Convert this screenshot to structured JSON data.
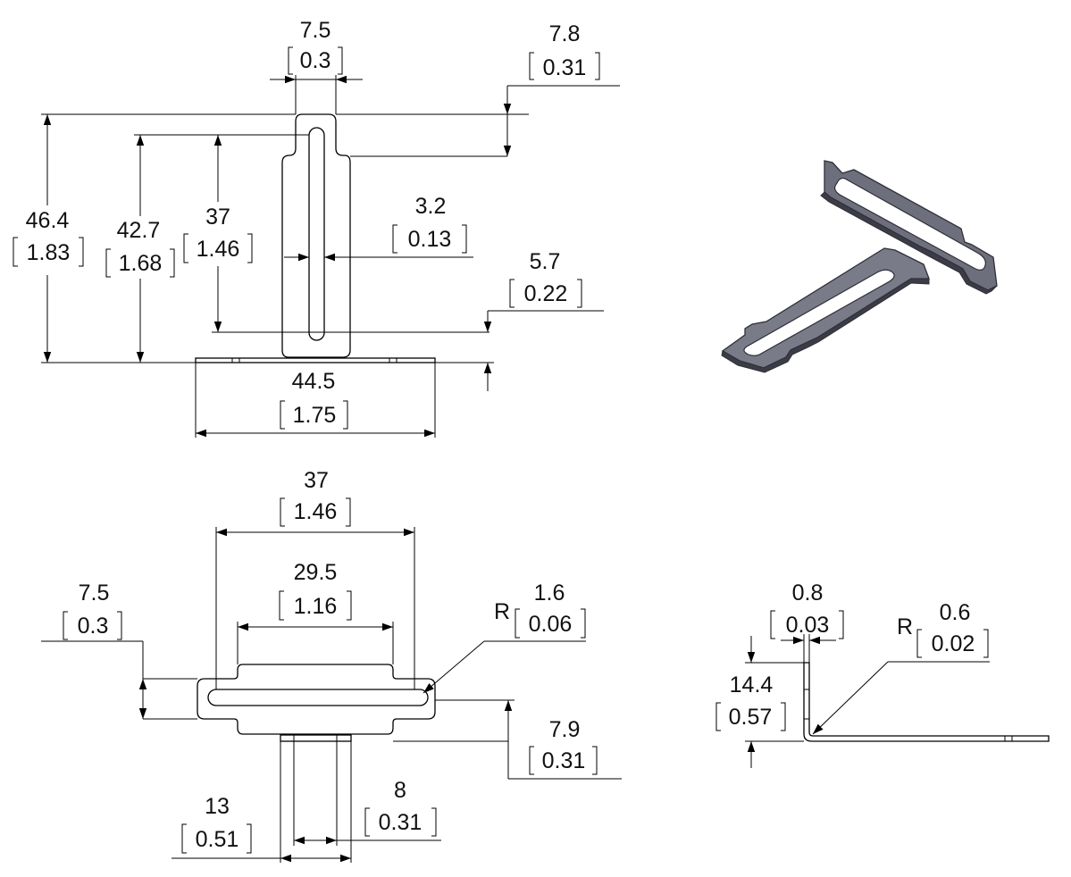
{
  "colors": {
    "line": "#000000",
    "text": "#111111",
    "part_fill": "#6e6f7c",
    "part_edge": "#2e2f38"
  },
  "front_view": {
    "dims": [
      {
        "id": "slot-end-width",
        "mm": "7.5",
        "in": "0.3"
      },
      {
        "id": "tab-offset",
        "mm": "7.8",
        "in": "0.31"
      },
      {
        "id": "overall-height",
        "mm": "46.4",
        "in": "1.83"
      },
      {
        "id": "slot-top-height",
        "mm": "42.7",
        "in": "1.68"
      },
      {
        "id": "slot-length",
        "mm": "37",
        "in": "1.46"
      },
      {
        "id": "slot-width",
        "mm": "3.2",
        "in": "0.13"
      },
      {
        "id": "slot-bottom-offset",
        "mm": "5.7",
        "in": "0.22"
      },
      {
        "id": "base-length",
        "mm": "44.5",
        "in": "1.75"
      }
    ]
  },
  "top_view": {
    "dims": [
      {
        "id": "outer-length",
        "mm": "37",
        "in": "1.46"
      },
      {
        "id": "narrow-length",
        "mm": "29.5",
        "in": "1.16"
      },
      {
        "id": "end-height",
        "mm": "7.5",
        "in": "0.3"
      },
      {
        "id": "slot-radius",
        "prefix": "R",
        "mm": "1.6",
        "in": "0.06"
      },
      {
        "id": "flange-offset",
        "mm": "7.9",
        "in": "0.31"
      },
      {
        "id": "foot-outer",
        "mm": "13",
        "in": "0.51"
      },
      {
        "id": "foot-inner",
        "mm": "8",
        "in": "0.31"
      }
    ]
  },
  "side_view": {
    "dims": [
      {
        "id": "thickness",
        "mm": "0.8",
        "in": "0.03"
      },
      {
        "id": "bend-radius",
        "prefix": "R",
        "mm": "0.6",
        "in": "0.02"
      },
      {
        "id": "flange-height",
        "mm": "14.4",
        "in": "0.57"
      }
    ]
  }
}
